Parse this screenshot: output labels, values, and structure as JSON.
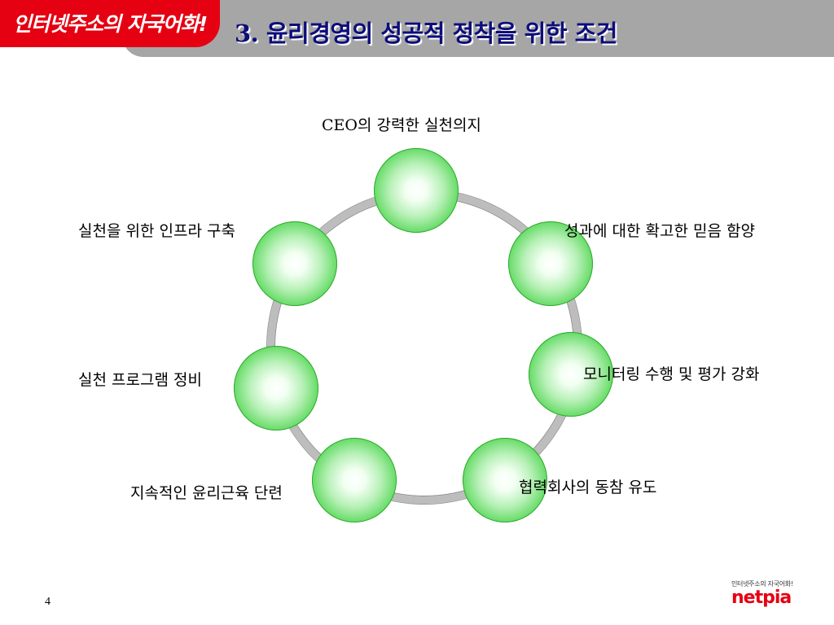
{
  "header": {
    "badge_text": "인터넷주소의 자국어화!",
    "title": "3. 윤리경영의 성공적 정착을 위한 조건"
  },
  "diagram": {
    "nodes": [
      {
        "label": "CEO의 강력한 실천의지"
      },
      {
        "label": "성과에 대한 확고한 믿음 함양"
      },
      {
        "label": "모니터링 수행 및 평가 강화"
      },
      {
        "label": "협력회사의 동참 유도"
      },
      {
        "label": "지속적인 윤리근육 단련"
      },
      {
        "label": "실천 프로그램 정비"
      },
      {
        "label": "실천을 위한 인프라 구축"
      }
    ]
  },
  "footer": {
    "page_number": "4",
    "logo_tagline": "인터넷주소의 자국어화!",
    "logo_word": "netpia"
  },
  "colors": {
    "brand_red": "#e50012",
    "header_gray": "#a6a6a6",
    "title_navy": "#0d0d7a",
    "node_green": "#34c734",
    "ring_gray": "#bdbdbd"
  }
}
